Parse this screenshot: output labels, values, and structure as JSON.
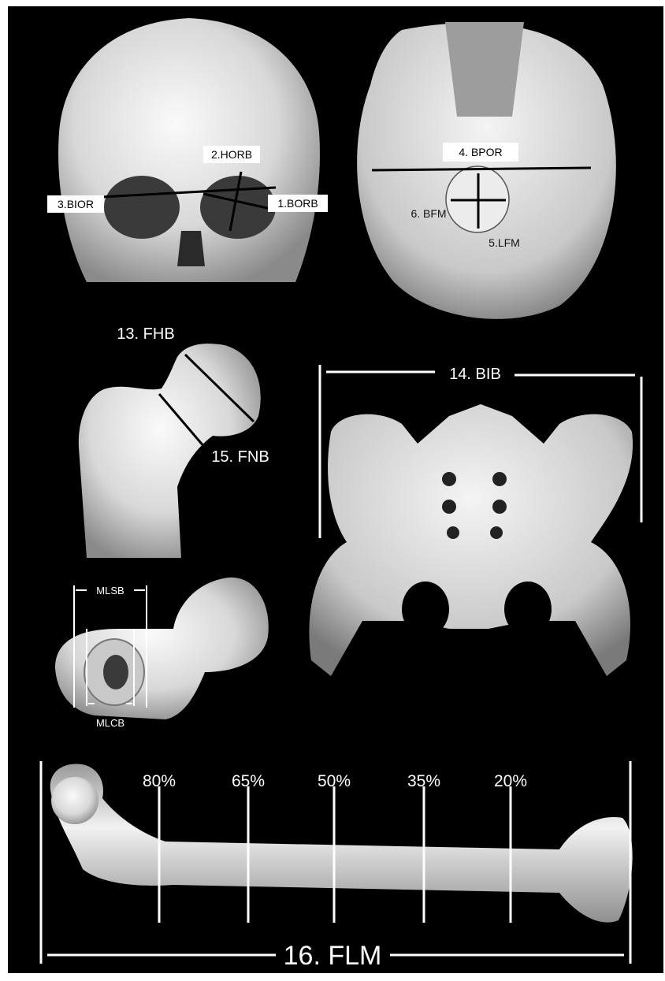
{
  "colors": {
    "background": "#000000",
    "bone": "#e6e6e6",
    "label_box": "#ffffff",
    "annotation": "#ffffff",
    "skull_line": "#000000"
  },
  "panels": {
    "skull_front": {
      "labels": {
        "borb": "1.BORB",
        "horb": "2.HORB",
        "bior": "3.BIOR"
      }
    },
    "skull_base": {
      "labels": {
        "bpor": "4. BPOR",
        "lfm": "5.LFM",
        "bfm": "6. BFM"
      }
    },
    "femur_head": {
      "labels": {
        "fhb": "13. FHB",
        "fnb": "15. FNB"
      }
    },
    "pelvis": {
      "labels": {
        "bib": "14. BIB"
      }
    },
    "femur_section": {
      "labels": {
        "mlsb": "MLSB",
        "mlcb": "MLCB"
      }
    },
    "femur_full": {
      "labels": {
        "flm": "16. FLM"
      },
      "percent_marks": [
        "80%",
        "65%",
        "50%",
        "35%",
        "20%"
      ]
    }
  }
}
